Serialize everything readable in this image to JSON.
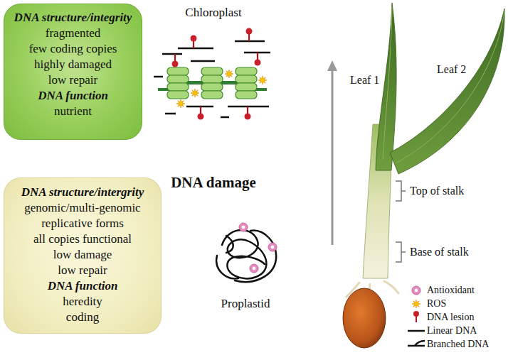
{
  "diagram": {
    "nodes": [
      {
        "text": [
          "DNA structure/integrity",
          "fragmented",
          "few coding copies",
          "highly damaged",
          "low repair",
          "DNA function",
          "nutrient"
        ]
      },
      {
        "text": [
          "Chloroplast"
        ]
      },
      {
        "text": [
          "DNA structure/intergrity",
          "genomic/multi-genomic",
          "replicative forms",
          "all copies functional",
          "low damage",
          "low repair",
          "DNA function",
          "heredity",
          "coding"
        ]
      },
      {
        "text": [
          "Proplastid"
        ]
      }
    ],
    "labels": [
      "DNA damage",
      "Leaf 1",
      "Leaf 2",
      "Top of stalk",
      "Base of stalk"
    ],
    "legend": [
      {
        "text": "Antioxidant"
      },
      {
        "text": "ROS"
      },
      {
        "text": "DNA lesion"
      },
      {
        "text": "Linear DNA"
      },
      {
        "text": "Branched DNA"
      }
    ]
  }
}
